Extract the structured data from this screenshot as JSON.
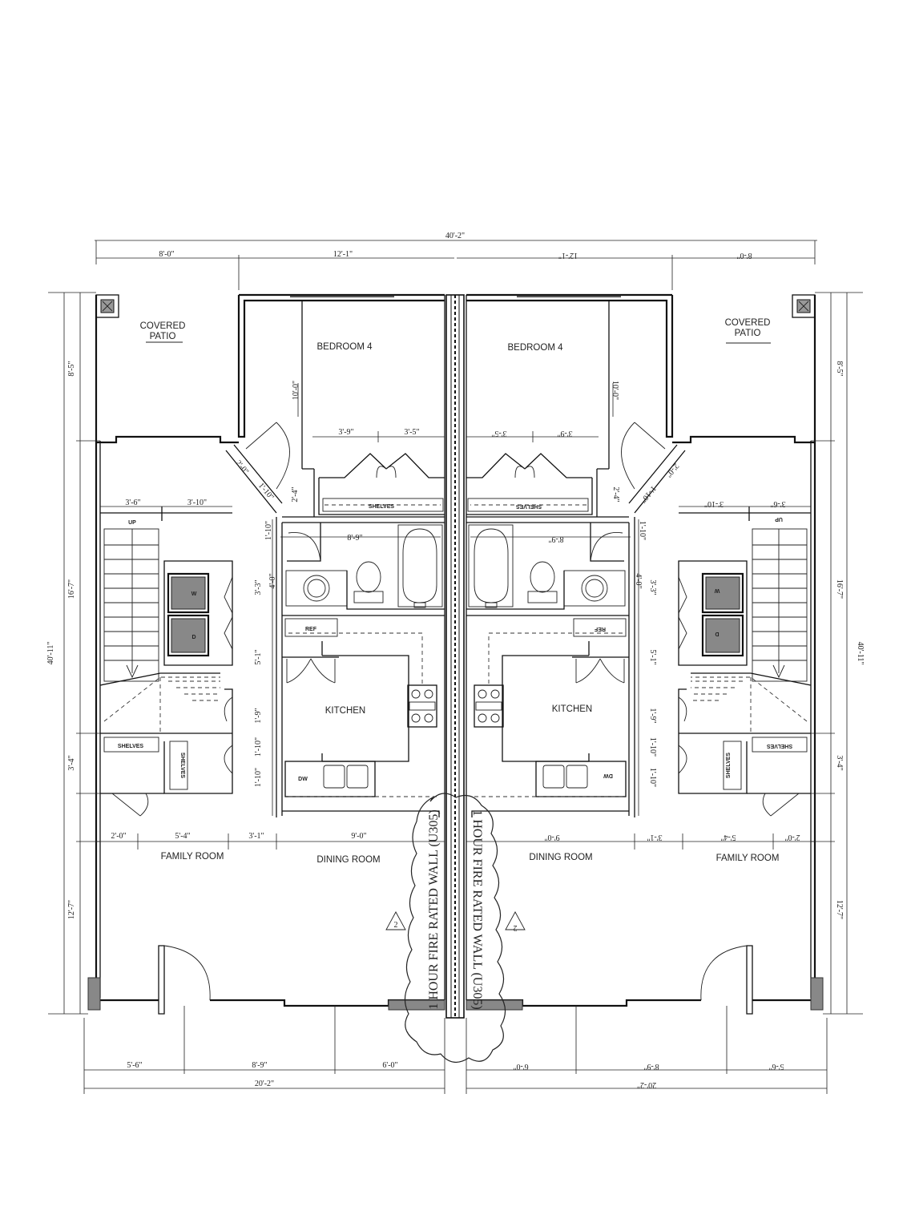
{
  "plan": {
    "overall_width": "40'-2\"",
    "overall_depth": "40'-11\"",
    "half_width": "20'-2\"",
    "fire_wall": "1 HOUR FIRE RATED WALL (U305)",
    "revision_tag": "2"
  },
  "rooms": {
    "covered": "COVERED",
    "patio": "PATIO",
    "bedroom": "BEDROOM 4",
    "kitchen": "KITCHEN",
    "dining": "DINING ROOM",
    "family": "FAMILY ROOM",
    "shelves": "SHELVES",
    "up": "UP",
    "dw": "DW",
    "ref": "REF",
    "washer": "W",
    "dryer": "D"
  },
  "dims_top": [
    "8'-0\"",
    "12'-1\""
  ],
  "dims_side": [
    "8'-5\"",
    "16'-7\"",
    "3'-4\"",
    "12'-7\""
  ],
  "dims_bottom": [
    "5'-6\"",
    "8'-9\"",
    "6'-0\""
  ],
  "dims_row": [
    "2'-0\"",
    "5'-4\"",
    "3'-1\"",
    "9'-0\""
  ],
  "dims_interior": {
    "bedroom_h": "10'-0\"",
    "closet_a": "3'-9\"",
    "closet_b": "3'-5\"",
    "angle": "2'-0\"",
    "hall_a": "1'-10\"",
    "hall_b": "2'-4\"",
    "bath_w": "8'-9\"",
    "bath_h": "4'-0\"",
    "stair_a": "3'-6\"",
    "stair_b": "3'-10\"",
    "laundry_h": "3'-3\"",
    "pantry_h": "5'-1\"",
    "k_a": "1'-9\"",
    "k_b": "1'-10\"",
    "k_c": "1'-10\""
  }
}
